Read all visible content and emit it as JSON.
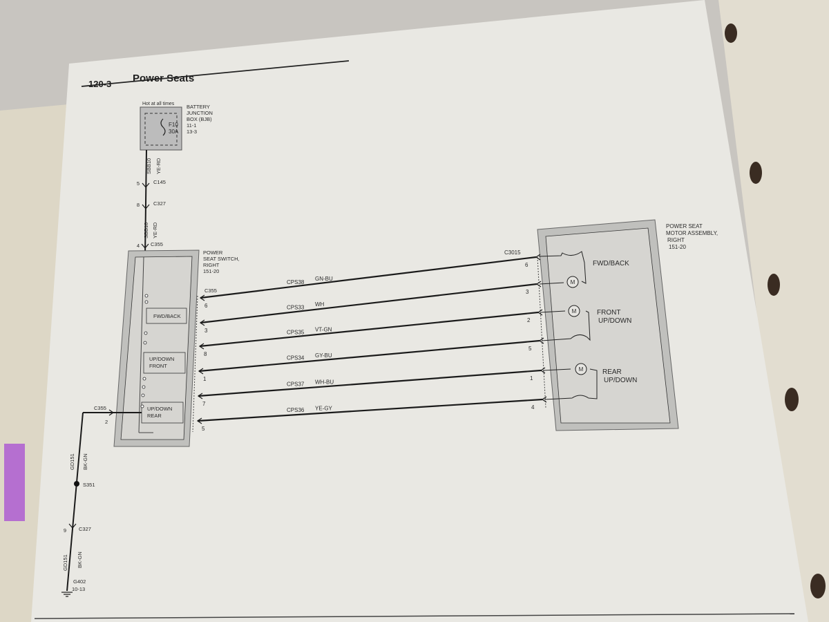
{
  "page": {
    "number": "120-3",
    "title": "Power Seats"
  },
  "bjb": {
    "hot_label": "Hot at all times",
    "name_lines": [
      "BATTERY",
      "JUNCTION",
      "BOX (BJB)",
      "11-1",
      "13-3"
    ],
    "fuse_id": "F10",
    "fuse_rating": "30A"
  },
  "feed": {
    "circuit": "SBB10",
    "color": "YE-RD",
    "connectors": [
      {
        "pin": "5",
        "name": "C145"
      },
      {
        "pin": "8",
        "name": "C327"
      },
      {
        "pin": "4",
        "name": "C355"
      }
    ]
  },
  "seat_switch": {
    "name_lines": [
      "POWER",
      "SEAT SWITCH,",
      "RIGHT",
      "151-20"
    ],
    "connector": "C355",
    "sections": [
      "FWD/BACK",
      "UP/DOWN\nFRONT",
      "UP/DOWN\nREAR"
    ]
  },
  "motor_assembly": {
    "name_lines": [
      "POWER SEAT",
      "MOTOR ASSEMBLY,",
      "RIGHT",
      "151-20"
    ],
    "connector": "C3015",
    "motors": [
      {
        "label": "FWD/BACK",
        "icon": "motor-icon"
      },
      {
        "label": "FRONT\nUP/DOWN",
        "icon": "motor-icon"
      },
      {
        "label": "REAR\nUP/DOWN",
        "icon": "motor-icon"
      }
    ]
  },
  "wires": [
    {
      "circuit": "CPS38",
      "color": "GN-BU",
      "switch_pin": "6",
      "motor_pin": "6"
    },
    {
      "circuit": "CPS33",
      "color": "WH",
      "switch_pin": "3",
      "motor_pin": "3"
    },
    {
      "circuit": "CPS35",
      "color": "VT-GN",
      "switch_pin": "8",
      "motor_pin": "2"
    },
    {
      "circuit": "CPS34",
      "color": "GY-BU",
      "switch_pin": "1",
      "motor_pin": "5"
    },
    {
      "circuit": "CPS37",
      "color": "WH-BU",
      "switch_pin": "7",
      "motor_pin": "1"
    },
    {
      "circuit": "CPS36",
      "color": "YE-GY",
      "switch_pin": "5",
      "motor_pin": "4"
    }
  ],
  "ground": {
    "connector_top": {
      "pin": "2",
      "name": "C355"
    },
    "circuit": "GD151",
    "color": "BK-GN",
    "splice": "S351",
    "connector_mid": {
      "pin": "9",
      "name": "C327"
    },
    "circuit2": "GD151",
    "color2": "BK-GN",
    "ground_point": "G402",
    "ground_ref": "10-13"
  }
}
